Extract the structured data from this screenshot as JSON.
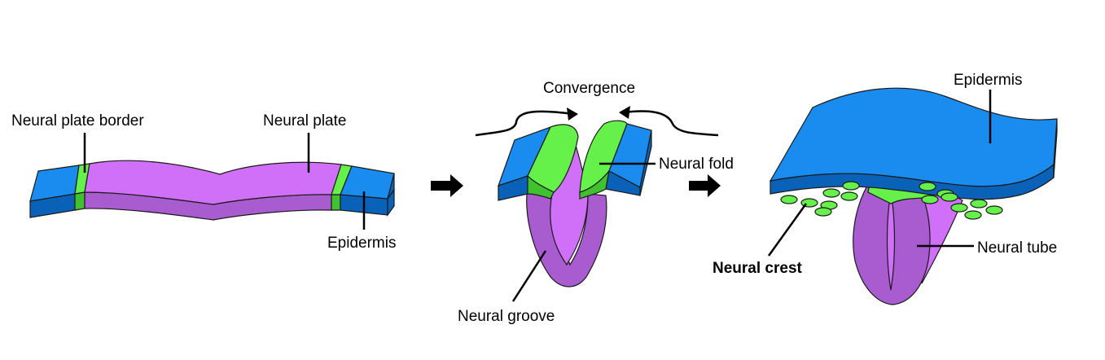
{
  "colors": {
    "epidermis_top": "#1a8cf0",
    "epidermis_side": "#0a62b8",
    "neural_plate_top": "#d070f8",
    "neural_plate_side": "#a85cd0",
    "border_top": "#66f04a",
    "border_side": "#40c230",
    "neural_crest": "#66f04a"
  },
  "labels": {
    "neural_plate_border": "Neural plate border",
    "neural_plate": "Neural plate",
    "epidermis_stage1": "Epidermis",
    "convergence": "Convergence",
    "neural_fold": "Neural fold",
    "neural_groove": "Neural groove",
    "epidermis_stage3": "Epidermis",
    "neural_crest": "Neural crest",
    "neural_tube": "Neural tube"
  }
}
